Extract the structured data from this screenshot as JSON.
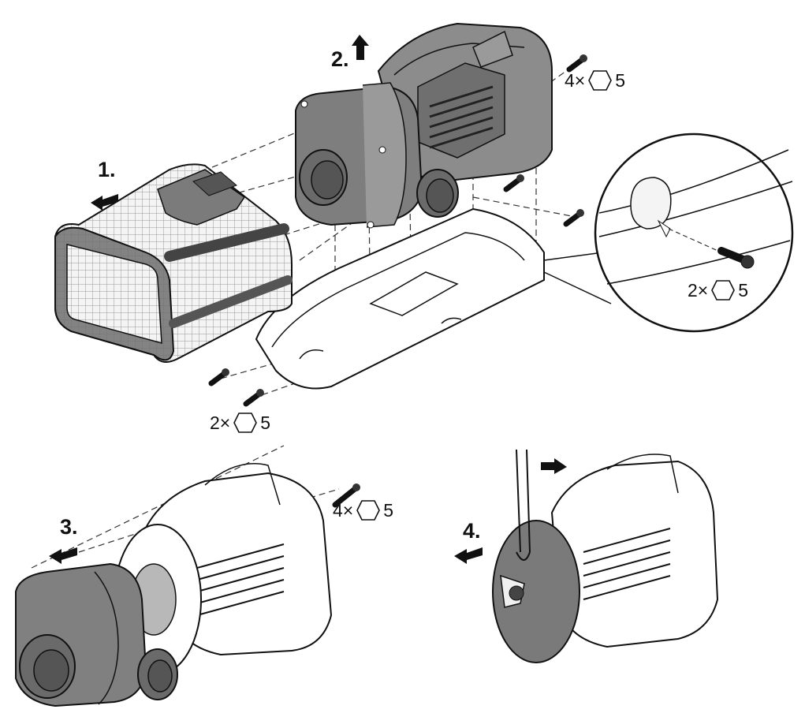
{
  "steps": [
    {
      "label": "1."
    },
    {
      "label": "2."
    },
    {
      "label": "3."
    },
    {
      "label": "4."
    }
  ],
  "callouts": [
    {
      "qty": "4×",
      "size": "5"
    },
    {
      "qty": "2×",
      "size": "5"
    },
    {
      "qty": "2×",
      "size": "5"
    },
    {
      "qty": "4×",
      "size": "5"
    }
  ],
  "icons": {
    "wrench": "hexagon-icon",
    "direction": "arrow-icon",
    "fastener": "screw-icon"
  },
  "colors": {
    "line": "#111111",
    "part_fill": "#8a8a8a",
    "part_fill_light": "#b0b0b0",
    "part_fill_dark": "#5e5e5e",
    "body_fill": "#ffffff",
    "mesh": "#e6e6e6"
  }
}
